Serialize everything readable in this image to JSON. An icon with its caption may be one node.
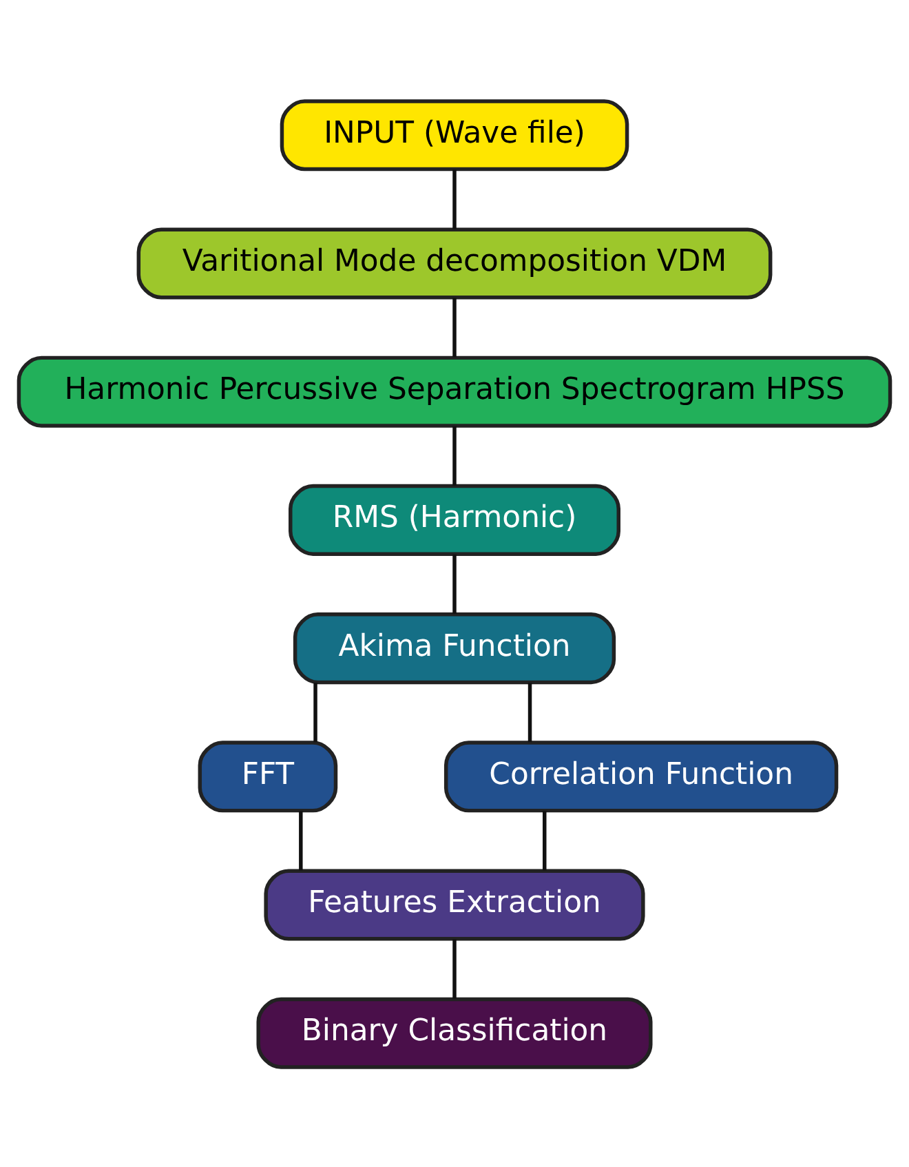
{
  "diagram": {
    "nodes": [
      {
        "text": [
          "INPUT (Wave file)"
        ]
      },
      {
        "text": [
          "Varitional Mode decomposition VDM"
        ]
      },
      {
        "text": [
          "Harmonic Percussive Separation Spectrogram HPSS"
        ]
      },
      {
        "text": [
          "RMS (Harmonic)"
        ]
      },
      {
        "text": [
          "Akima Function"
        ]
      },
      {
        "text": [
          "FFT"
        ]
      },
      {
        "text": [
          "Correlation Function"
        ]
      },
      {
        "text": [
          "Features Extraction"
        ]
      },
      {
        "text": [
          "Binary Classification"
        ]
      }
    ],
    "edges": [
      {
        "from": 0,
        "to": 1,
        "arrow": "none"
      },
      {
        "from": 1,
        "to": 2,
        "arrow": "none"
      },
      {
        "from": 2,
        "to": 3,
        "arrow": "none"
      },
      {
        "from": 3,
        "to": 4,
        "arrow": "none"
      },
      {
        "from": 4,
        "to": 5,
        "arrow": "none"
      },
      {
        "from": 4,
        "to": 6,
        "arrow": "none"
      },
      {
        "from": 5,
        "to": 7,
        "arrow": "none"
      },
      {
        "from": 6,
        "to": 7,
        "arrow": "none"
      },
      {
        "from": 7,
        "to": 8,
        "arrow": "none"
      }
    ]
  }
}
